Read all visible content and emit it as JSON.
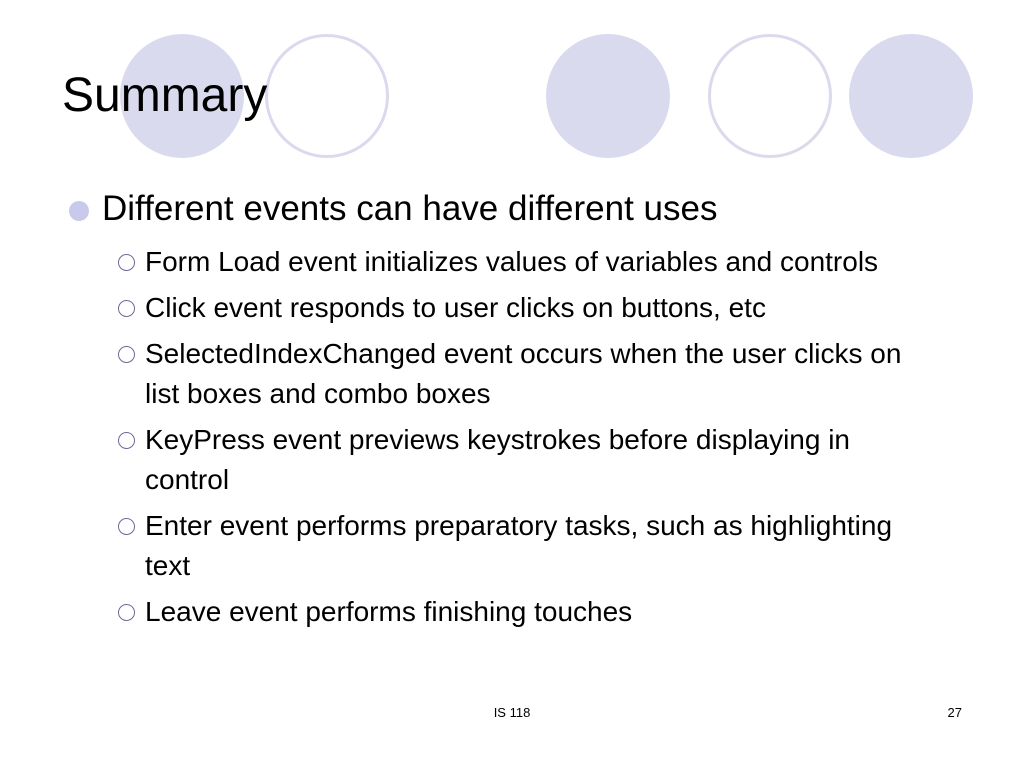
{
  "slide": {
    "title": "Summary",
    "main_bullet": "Different events can have different uses",
    "sub_bullets": [
      "Form Load event initializes values of variables and controls",
      "Click event responds to user clicks on buttons, etc",
      "SelectedIndexChanged event occurs when the user clicks on list boxes and combo boxes",
      "KeyPress event previews keystrokes before displaying in control",
      "Enter event performs preparatory tasks, such as highlighting text",
      "Leave event performs finishing touches"
    ],
    "footer": {
      "course": "IS 118",
      "page_number": "27"
    }
  },
  "theme": {
    "decor_circle_color": "#dadaee",
    "bullet_color": "#c9c9ec"
  }
}
